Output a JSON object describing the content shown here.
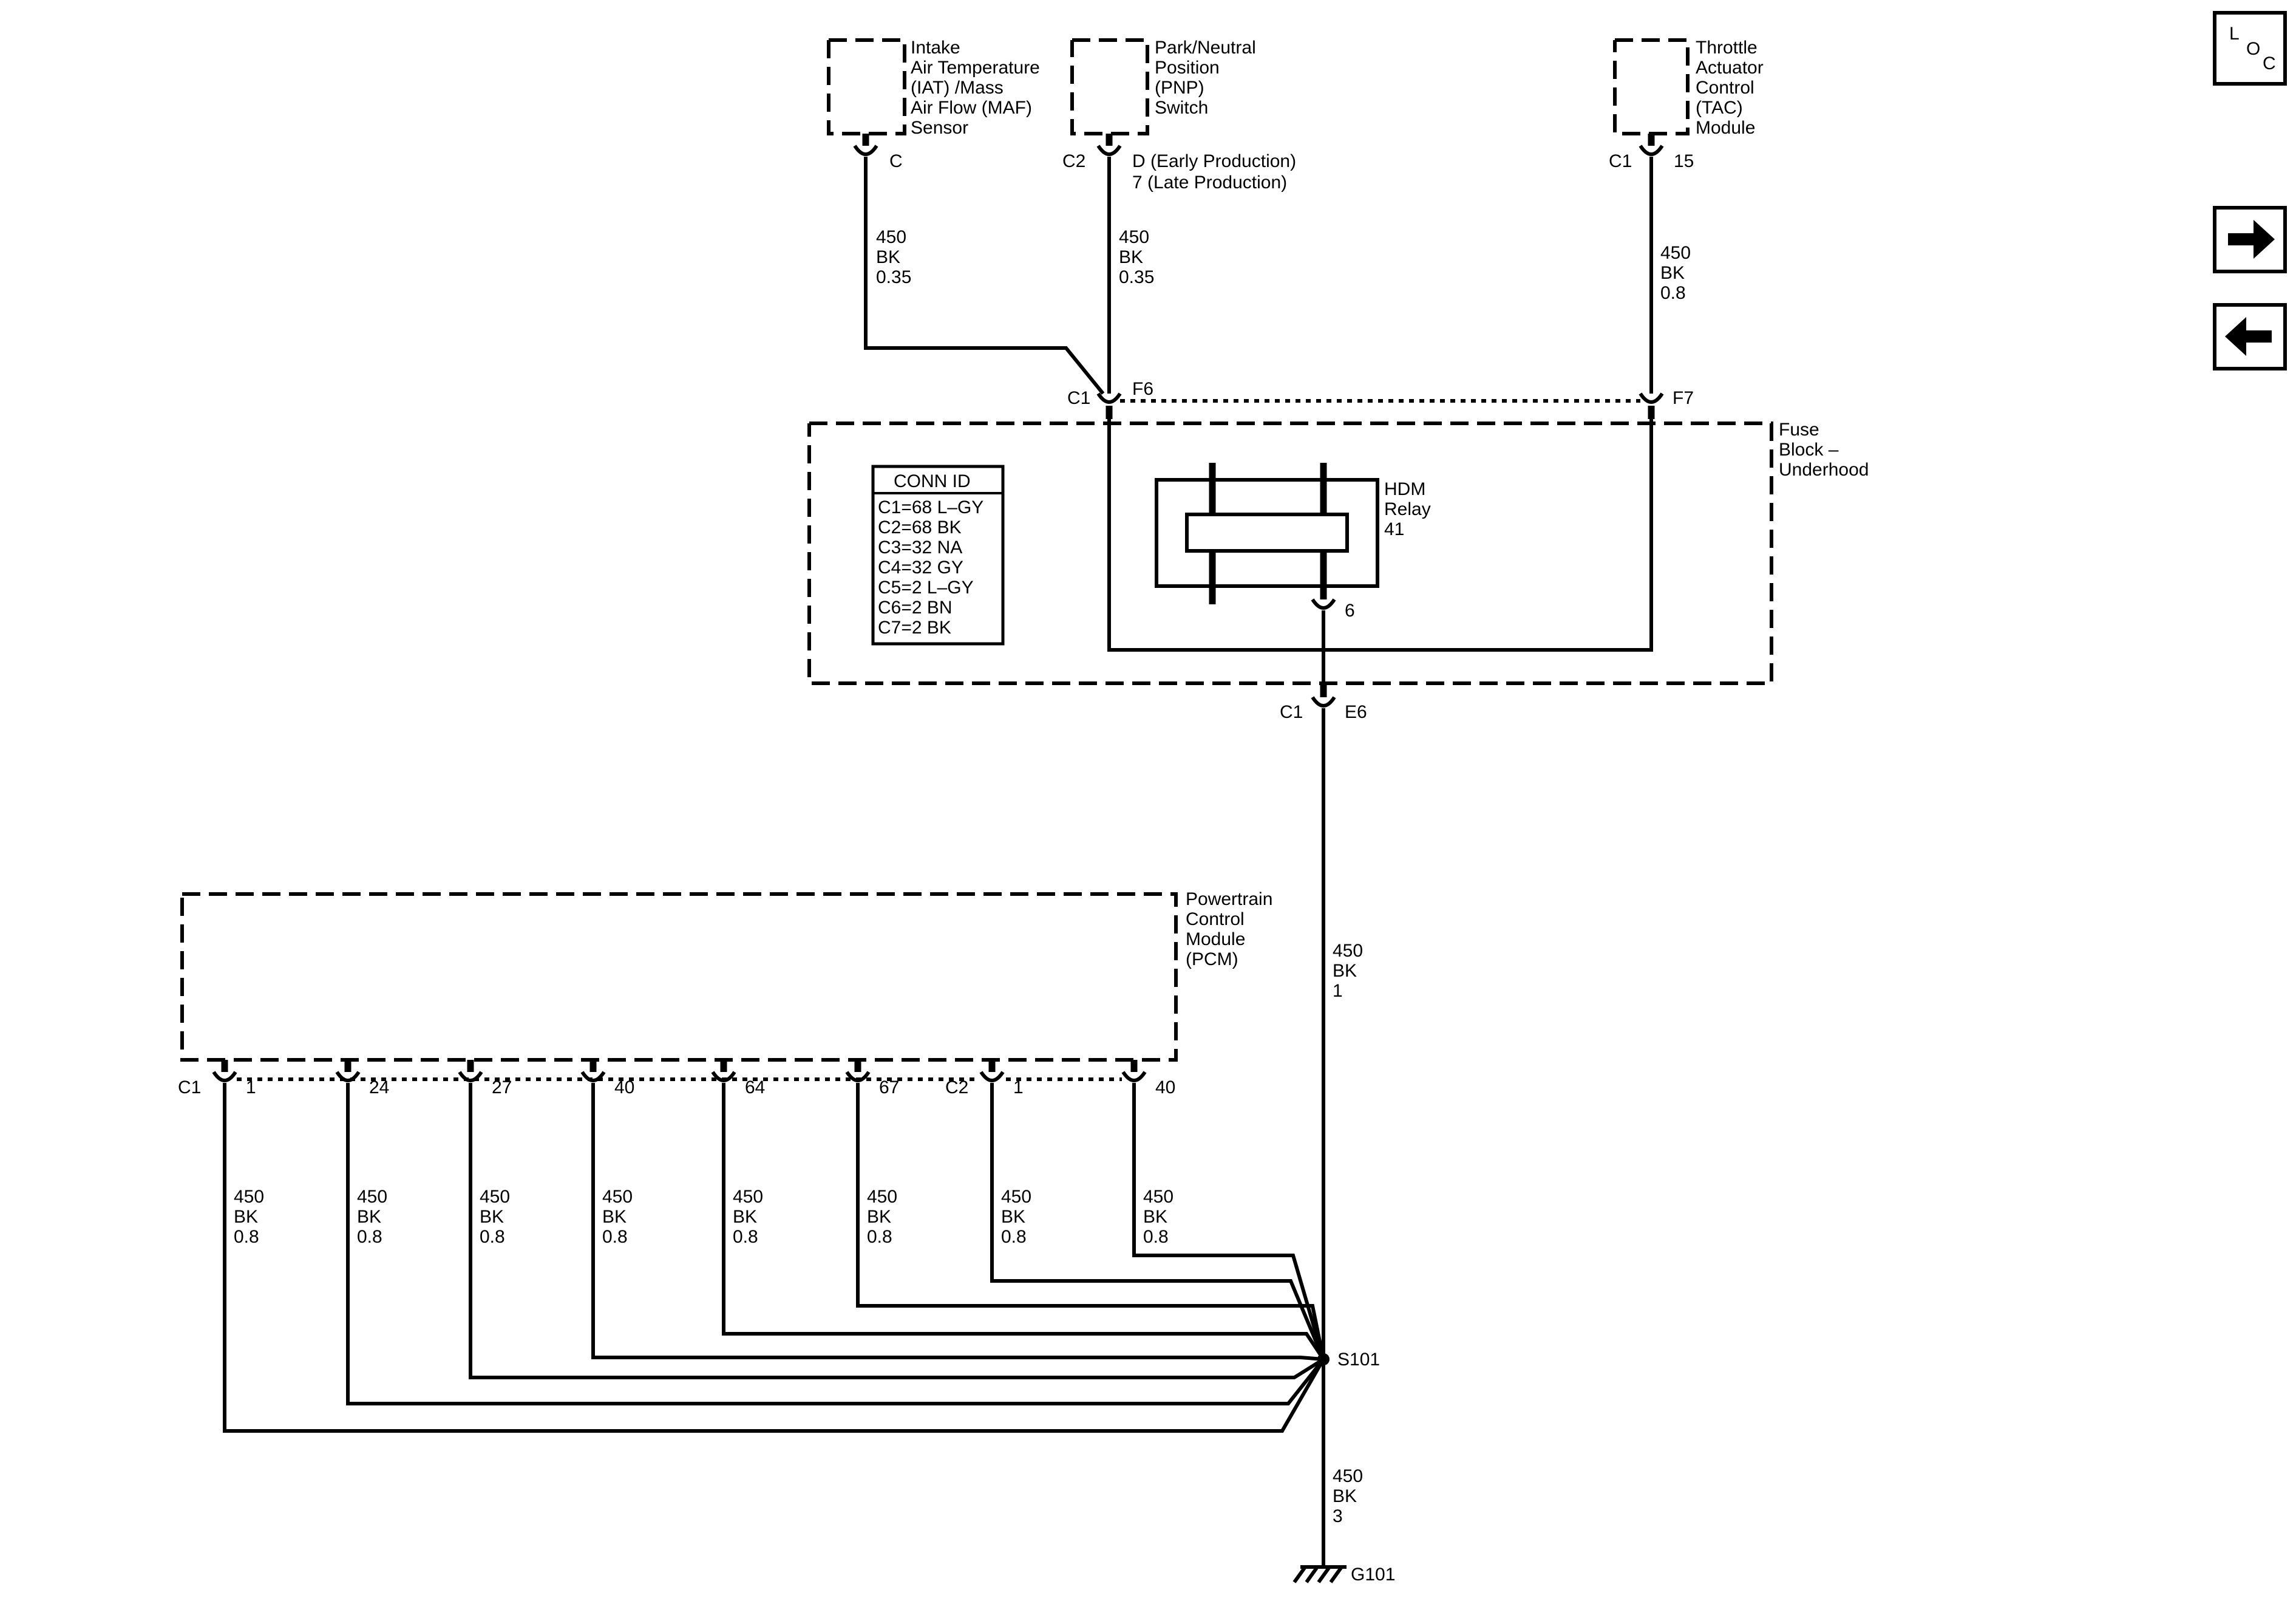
{
  "components": {
    "iat_maf": {
      "lines": [
        "Intake",
        "Air Temperature",
        "(IAT) /Mass",
        "Air Flow (MAF)",
        "Sensor"
      ],
      "pin": "C"
    },
    "pnp": {
      "lines": [
        "Park/Neutral",
        "Position",
        "(PNP)",
        "Switch"
      ],
      "conn": "C2",
      "pin_lines": [
        "D (Early Production)",
        "7 (Late Production)"
      ]
    },
    "tac": {
      "lines": [
        "Throttle",
        "Actuator",
        "Control",
        "(TAC)",
        "Module"
      ],
      "conn": "C1",
      "pin": "15"
    },
    "fuse_block": {
      "lines": [
        "Fuse",
        "Block –",
        "Underhood"
      ],
      "left_conn": "C1",
      "left_pin": "F6",
      "right_pin": "F7",
      "bottom_conn": "C1",
      "bottom_pin": "E6"
    },
    "relay": {
      "lines": [
        "HDM",
        "Relay",
        "41"
      ],
      "pin": "6"
    },
    "pcm": {
      "lines": [
        "Powertrain",
        "Control",
        "Module",
        "(PCM)"
      ]
    },
    "splice": "S101",
    "ground": "G101"
  },
  "conn_id": {
    "title": "CONN ID",
    "rows": [
      "C1=68 L–GY",
      "C2=68 BK",
      "C3=32 NA",
      "C4=32 GY",
      "C5=2 L–GY",
      "C6=2 BN",
      "C7=2 BK"
    ]
  },
  "wires": {
    "iat": [
      "450",
      "BK",
      "0.35"
    ],
    "pnp": [
      "450",
      "BK",
      "0.35"
    ],
    "tac": [
      "450",
      "BK",
      "0.8"
    ],
    "main": [
      "450",
      "BK",
      "1"
    ],
    "ground": [
      "450",
      "BK",
      "3"
    ]
  },
  "pcm_pins": [
    {
      "conn": "C1",
      "pin": "1",
      "wire": [
        "450",
        "BK",
        "0.8"
      ]
    },
    {
      "conn": "",
      "pin": "24",
      "wire": [
        "450",
        "BK",
        "0.8"
      ]
    },
    {
      "conn": "",
      "pin": "27",
      "wire": [
        "450",
        "BK",
        "0.8"
      ]
    },
    {
      "conn": "",
      "pin": "40",
      "wire": [
        "450",
        "BK",
        "0.8"
      ]
    },
    {
      "conn": "",
      "pin": "64",
      "wire": [
        "450",
        "BK",
        "0.8"
      ]
    },
    {
      "conn": "",
      "pin": "67",
      "wire": [
        "450",
        "BK",
        "0.8"
      ]
    },
    {
      "conn": "C2",
      "pin": "1",
      "wire": [
        "450",
        "BK",
        "0.8"
      ]
    },
    {
      "conn": "",
      "pin": "40",
      "wire": [
        "450",
        "BK",
        "0.8"
      ]
    }
  ],
  "nav": {
    "loc": [
      "L",
      "O",
      "C"
    ],
    "next_icon": "arrow-right-icon",
    "prev_icon": "arrow-left-icon"
  }
}
